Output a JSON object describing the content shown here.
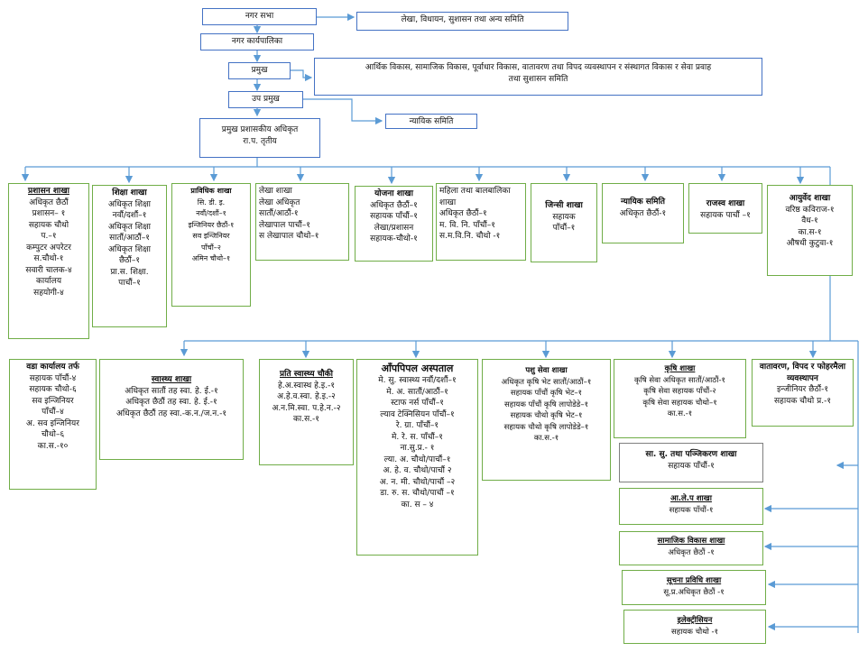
{
  "top": {
    "nagar_sabha": "नगर सभा",
    "samiti_1": "लेखा, विधायन, सुशासन तथा अन्य समिति",
    "karyapalika": "नगर कार्यपालिका",
    "pramukh": "प्रमुख",
    "samiti_2": [
      "आर्थिक विकास, सामाजिक विकास, पूर्वाधार विकास, वातावरण तथा विपद व्यवस्थापन र संस्थागत विकास र सेवा प्रवाह",
      "तथा सुशासन समिति"
    ],
    "up_pramukh": "उप प्रमुख",
    "nyayik_samiti": "न्यायिक समिति",
    "cao": [
      "प्रमुख प्रशासकीय अधिकृत",
      "रा.प. तृतीय"
    ]
  },
  "row1": [
    {
      "title": "प्रशासन शाखा",
      "lines": [
        "अधिकृत छैठौं",
        "प्रशासन– १",
        "सहायक चौथो",
        "प.–१",
        "कम्पुटर अपरेटर",
        "स.चौथो-१",
        "सवारी चालक-४",
        "कार्यालय",
        "सहयोगी-४"
      ]
    },
    {
      "title": "शिक्षा शाखा",
      "lines": [
        "अधिकृत शिक्षा",
        "नवौं/दशौं–१",
        "अधिकृत शिक्षा",
        "सातौं/आठौं–१",
        "अधिकृत शिक्षा",
        "छैठौं–१",
        "प्रा.स. शिक्षा.",
        "पाचौं–१"
      ]
    },
    {
      "title": "प्राविधिक शाखा",
      "lines": [
        "सि. डी. इ.",
        "नवौं/दशौं–१",
        "इन्जिनियर छैठौं-१",
        "सव इन्जिनियर",
        "पाँचौं–२",
        "अमिन चौथो–१"
      ]
    },
    {
      "title": "लेखा शाखा",
      "lines": [
        "लेखा अधिकृत",
        "सातौं/आठौं-१",
        "लेखापाल पाचौं–१",
        "स लेखापाल चौथो–१"
      ]
    },
    {
      "title": "योजना शाखा",
      "lines": [
        "अधिकृत छैठौं–१",
        "सहायक पाँचौं–१",
        "लेखा/प्रशासन",
        "सहायक-चौथो-१"
      ]
    },
    {
      "title": "महिला तथा बालबालिका शाखा",
      "lines": [
        "अधिकृत छैठौं–१",
        "म. वि. नि. पाँचौं–१",
        "स.म.वि.नि. चौथो -१"
      ]
    },
    {
      "title": "जिन्सी शाखा",
      "lines": [
        "सहायक",
        "पाँचौं–१"
      ]
    },
    {
      "title": "न्यायिक समिति",
      "lines": [
        "अधिकृत छैठौं-१"
      ]
    },
    {
      "title": "राजस्व शाखा",
      "lines": [
        "सहायक पाचौं –१"
      ]
    },
    {
      "title": "आयुर्वेद शाखा",
      "lines": [
        "वरिष्ठ कविराज-१",
        "वैध-१",
        "का.स-१",
        "औषधी कुटुवा-१"
      ]
    }
  ],
  "row2": [
    {
      "title": "वडा कार्यालय तर्फ",
      "lines": [
        "सहायक पाँचौं-४",
        "सहायक चौथो-६",
        "सव इन्जिनियर",
        "पाँचौं–४",
        "अ. सव इन्जिनियर",
        "चौथो–६",
        "का.स.-१०"
      ]
    },
    {
      "title": "स्वास्थ्य शाखा",
      "lines": [
        "अधिकृत सातौं तह स्वा. हे. ई.-१",
        "अधिकृत छैठौं तह स्वा. हे. ई.-१",
        "अधिकृत छैठौं तह स्वा.-क.न./ज.न.-१"
      ]
    },
    {
      "title": "प्रति स्वास्थ्य चौकी",
      "lines": [
        "हे.अ.स्वास्थ हे.इ.-१",
        "अ.हे.व.स्वा. हे.इ.-२",
        "अ.न.मि.स्वा. प.हे.न.-२",
        "का.स.-१"
      ]
    },
    {
      "title": "आँपपिपल अस्पताल",
      "lines": [
        "मे. सु. स्वास्थ्य नवौं/दशौं–१",
        "मे. अ. सातौं/आठौं–१",
        "स्टाफ नर्स पाँचौं–१",
        "ल्याव टेक्निसियन पाँचौं–१",
        "रे. ग्रा. पाँचौं–१",
        "मे. रे. स. पाँचौं–१",
        "ना.सु.प्र.- १",
        "ल्या. अ. चौथो/पाचौं–१",
        "अ. हे. व. चौथो/पाचौं २",
        "अ. न. मी. चौथो/पाचौं –२",
        "डा. रु. स. चौथो/पाचौं –१",
        "का. स – ४"
      ]
    },
    {
      "title": "पशु सेवा शाखा",
      "lines": [
        "अधिकृत कृषि भेट सातौं/आठौं–१",
        "सहायक पाँचौं कृषि भेट–१",
        "सहायक पाँचौं कृषि लापोडेडे–१",
        "सहायक चौथो कृषि भेट–१",
        "सहायक चौथो कृषि लापोडेडे–१",
        "का.स.-१"
      ]
    },
    {
      "title": "कृषि शाखा",
      "lines": [
        "कृषि सेवा अधिकृत सातौं/आठौं-१",
        "कृषि सेवा सहायक पाँचौं-२",
        "कृषि सेवा सहायक चौथो–१",
        "का.स.-१"
      ]
    },
    {
      "title": "वातावरण, विपद र फोहरमैला व्यवस्थापन",
      "lines": [
        "इन्जीनियर छैठौं-१",
        "सहायक चौथो प्र.-१"
      ]
    }
  ],
  "right_stack": [
    {
      "title": "सा. सु. तथा पञ्जिकरण शाखा",
      "lines": [
        "सहायक पाँचौं-१"
      ]
    },
    {
      "title": "आ.ले.प शाखा",
      "lines": [
        "सहायक पाँचौं-१"
      ]
    },
    {
      "title": "सामाजिक विकास शाखा",
      "lines": [
        "अधिकृत छैठौं -१"
      ]
    },
    {
      "title": "सूचना प्रविधि शाखा",
      "lines": [
        "सू.प्र.अधिकृत छैठौं -१"
      ]
    },
    {
      "title": "इलेक्ट्रीसियन",
      "lines": [
        "सहायक चौथो -१"
      ]
    }
  ],
  "colors": {
    "connector": "#5b9bd5",
    "top_border": "#4472c4",
    "green_border": "#70ad47",
    "gray_border": "#7f7f7f"
  }
}
